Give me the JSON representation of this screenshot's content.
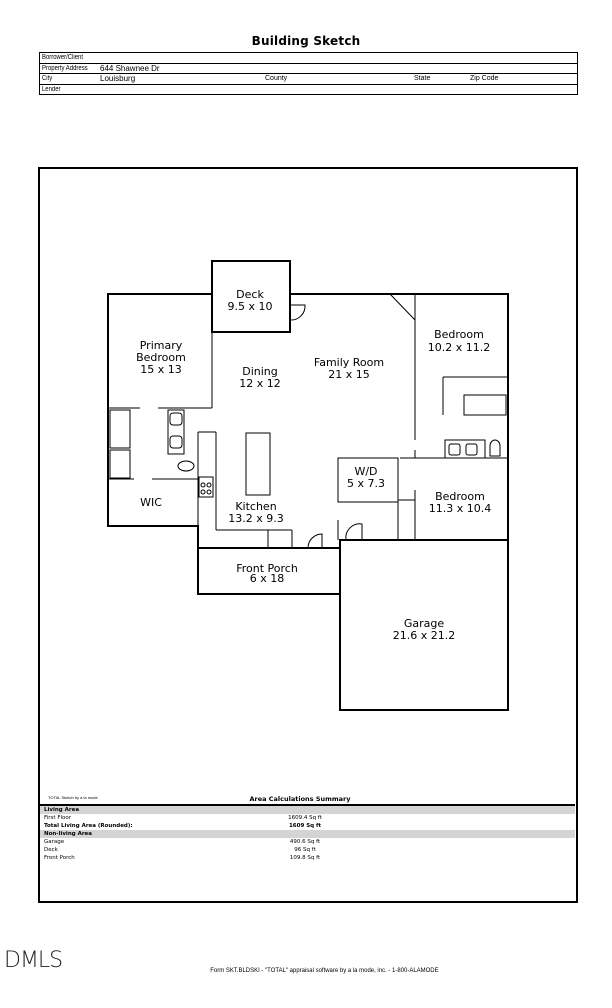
{
  "title": "Building Sketch",
  "header": {
    "borrower_label": "Borrower/Client",
    "borrower_value": "",
    "address_label": "Property Address",
    "address_value": "644 Shawnee Dr",
    "city_label": "City",
    "city_value": "Louisburg",
    "county_label": "County",
    "state_label": "State",
    "zip_label": "Zip Code",
    "lender_label": "Lender"
  },
  "rooms": [
    {
      "name": "Deck",
      "dims": "9.5 x 10"
    },
    {
      "name": "Primary",
      "name2": "Bedroom",
      "dims": "15 x 13"
    },
    {
      "name": "Dining",
      "dims": "12 x 12"
    },
    {
      "name": "Family Room",
      "dims": "21 x 15"
    },
    {
      "name": "Bedroom",
      "dims": "10.2 x 11.2"
    },
    {
      "name": "WIC"
    },
    {
      "name": "Kitchen",
      "dims": "13.2 x 9.3"
    },
    {
      "name": "W/D",
      "dims": "5 x 7.3"
    },
    {
      "name": "Bedroom",
      "dims": "11.3 x 10.4"
    },
    {
      "name": "Front Porch",
      "dims": "6 x 18"
    },
    {
      "name": "Garage",
      "dims": "21.6 x 21.2"
    }
  ],
  "summary": {
    "credit": "TOTAL Sketch by a la mode",
    "title": "Area Calculations Summary",
    "living_header": "Living Area",
    "first_floor_label": "First Floor",
    "first_floor_value": "1609.4 Sq ft",
    "total_label": "Total Living Area (Rounded):",
    "total_value": "1609 Sq ft",
    "nonliving_header": "Non-living Area",
    "garage_label": "Garage",
    "garage_value": "490.6 Sq ft",
    "deck_label": "Deck",
    "deck_value": "96 Sq ft",
    "porch_label": "Front Porch",
    "porch_value": "109.8 Sq ft"
  },
  "logo": "DMLS",
  "footer": "Form SKT.BLDSKI - \"TOTAL\" appraisal software by a la mode, inc. - 1-800-ALAMODE"
}
